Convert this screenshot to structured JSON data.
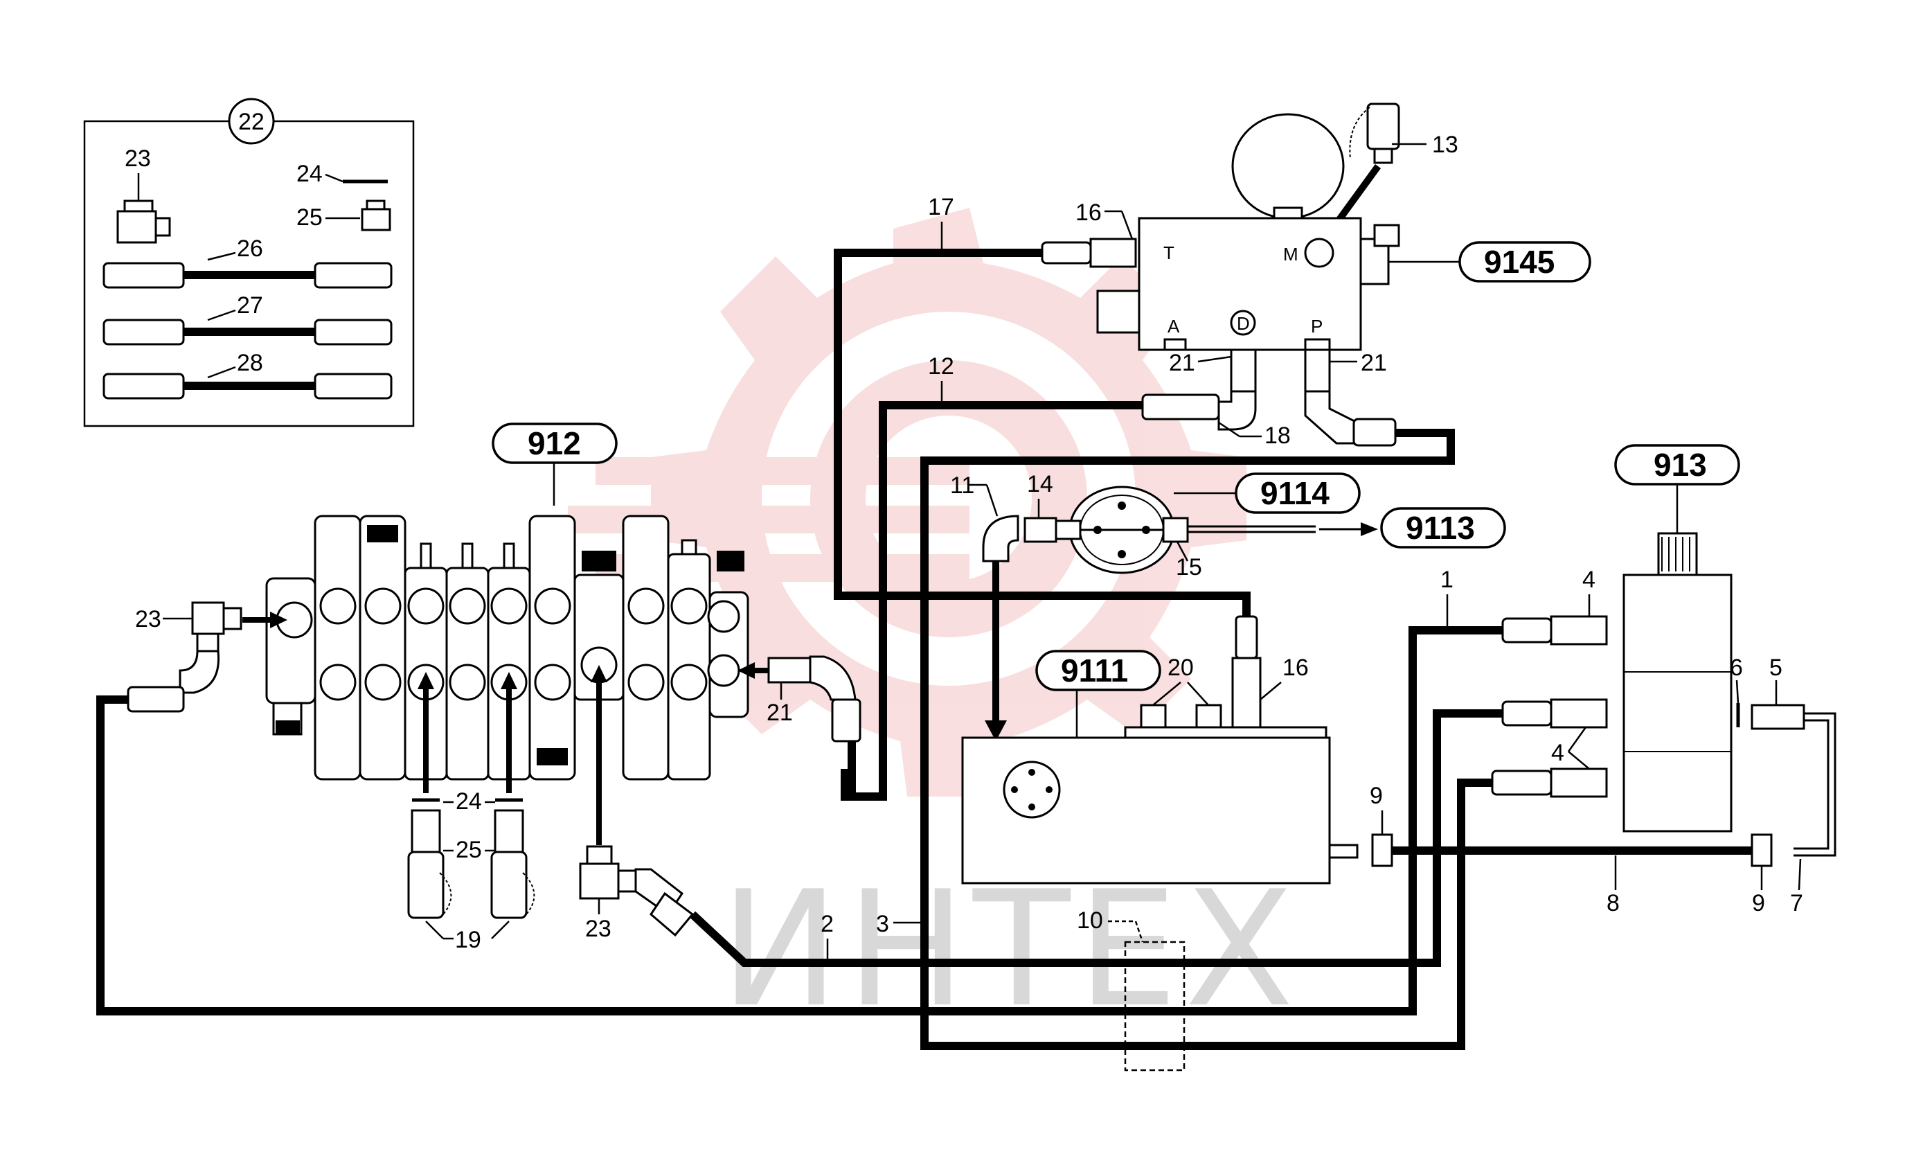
{
  "watermark": {
    "text": "ИНТЕХ",
    "logo_color": "#f2b8b8",
    "text_color": "#d8d8d8"
  },
  "tags": {
    "t912": "912",
    "t913": "913",
    "t9111": "9111",
    "t9113": "9113",
    "t9114": "9114",
    "t9145": "9145",
    "t22": "22"
  },
  "ports": {
    "T": "T",
    "M": "M",
    "A": "A",
    "D": "D",
    "P": "P"
  },
  "labels": {
    "n1": "1",
    "n2": "2",
    "n3": "3",
    "n4a": "4",
    "n4b": "4",
    "n5": "5",
    "n6": "6",
    "n7": "7",
    "n8": "8",
    "n9a": "9",
    "n9b": "9",
    "n10": "10",
    "n11": "11",
    "n12": "12",
    "n13": "13",
    "n14": "14",
    "n15": "15",
    "n16a": "16",
    "n16b": "16",
    "n17": "17",
    "n18": "18",
    "n19": "19",
    "n20": "20",
    "n21a": "21",
    "n21b": "21",
    "n21c": "21",
    "n23a": "23",
    "n23b": "23",
    "n23c": "23",
    "n24a": "24",
    "n24b": "24",
    "n25a": "25",
    "n25b": "25",
    "n26": "26",
    "n27": "27",
    "n28": "28"
  }
}
